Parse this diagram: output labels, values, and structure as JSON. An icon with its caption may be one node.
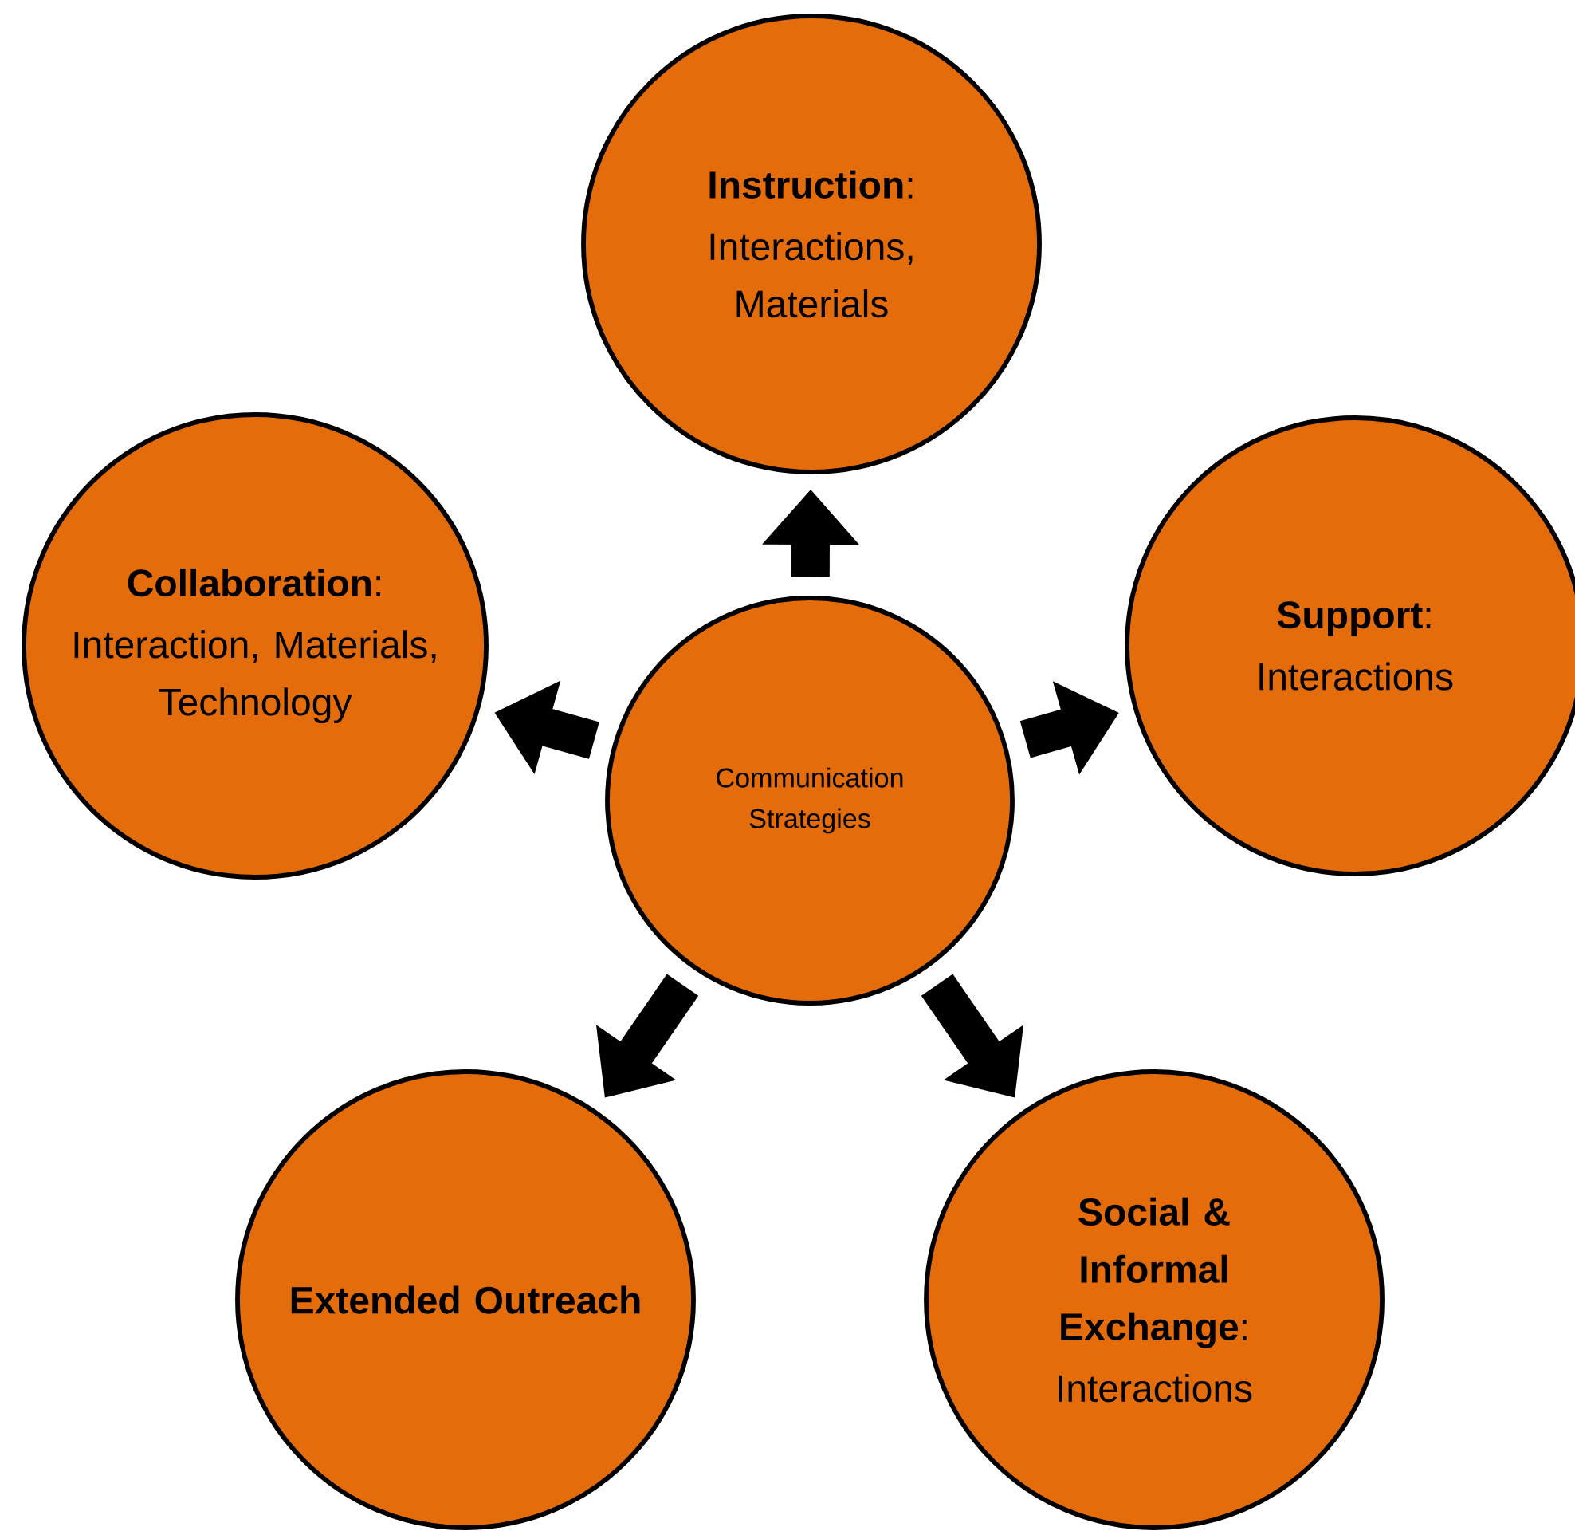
{
  "diagram": {
    "nodes": [
      {
        "text": [
          "**Instruction**:",
          "Interactions, Materials"
        ]
      },
      {
        "text": [
          "**Collaboration**:",
          "Interaction, Materials, Technology"
        ]
      },
      {
        "text": [
          "**Support**:",
          "Interactions"
        ]
      },
      {
        "text": [
          "Communication Strategies"
        ]
      },
      {
        "text": [
          "Extended Outreach"
        ]
      },
      {
        "text": [
          "**Social & Informal Exchange**:",
          "Interactions"
        ]
      }
    ],
    "edges": [
      {
        "from": 3,
        "to": 0,
        "arrow": "to"
      },
      {
        "from": 3,
        "to": 1,
        "arrow": "to"
      },
      {
        "from": 3,
        "to": 2,
        "arrow": "to"
      },
      {
        "from": 3,
        "to": 4,
        "arrow": "to"
      },
      {
        "from": 3,
        "to": 5,
        "arrow": "to"
      }
    ]
  }
}
